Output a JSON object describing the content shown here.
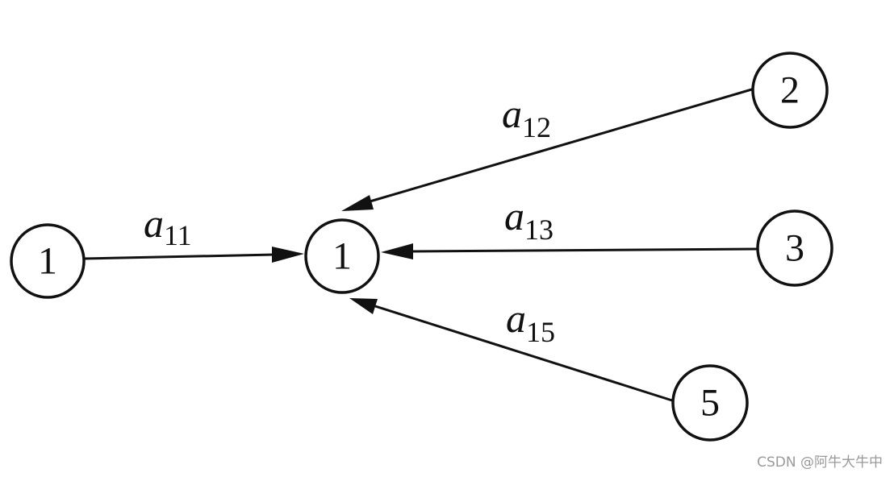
{
  "nodes": {
    "source_left": "1",
    "center": "1",
    "top_right": "2",
    "mid_right": "3",
    "bottom_right": "5"
  },
  "edges": {
    "left_to_center": {
      "var": "a",
      "sub": "11"
    },
    "top_right_to_center": {
      "var": "a",
      "sub": "12"
    },
    "mid_right_to_center": {
      "var": "a",
      "sub": "13"
    },
    "bottom_right_to_center": {
      "var": "a",
      "sub": "15"
    }
  },
  "watermark": "CSDN @阿牛大牛中"
}
